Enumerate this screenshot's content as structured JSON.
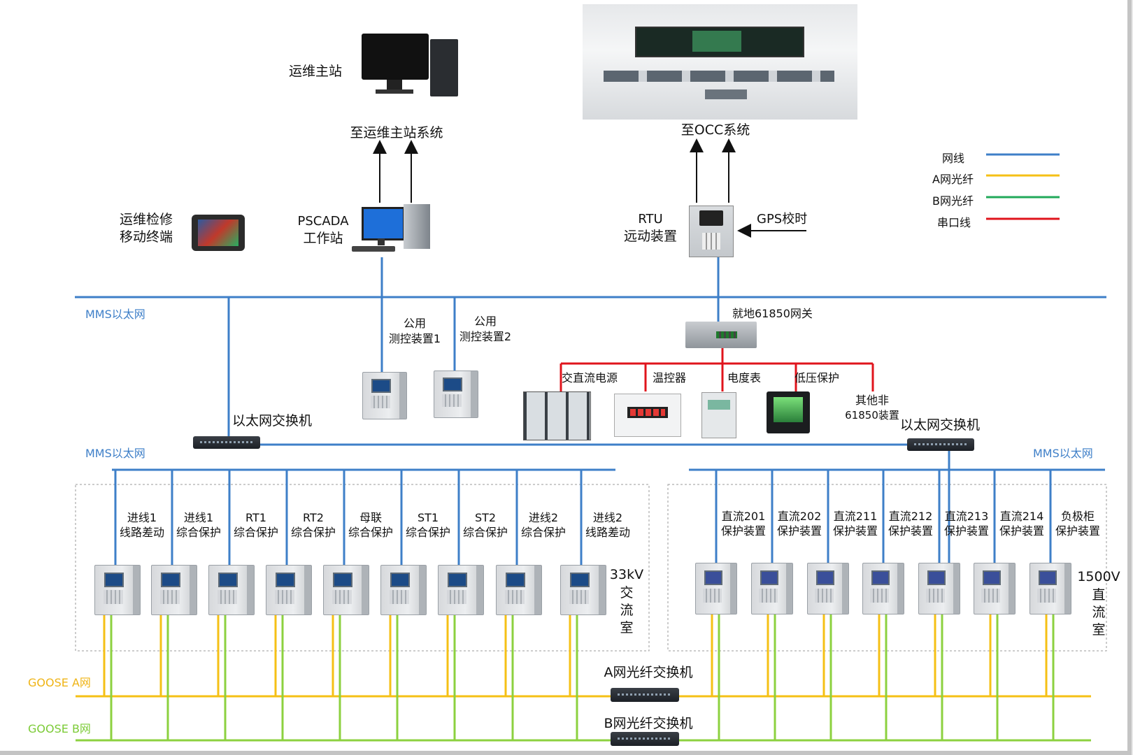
{
  "top": {
    "ops_station": "运维主站",
    "to_ops_system": "至运维主站系统",
    "to_occ": "至OCC系统",
    "mobile_terminal_l1": "运维检修",
    "mobile_terminal_l2": "移动终端",
    "pscada_l1": "PSCADA",
    "pscada_l2": "工作站",
    "rtu_l1": "RTU",
    "rtu_l2": "远动装置",
    "gps": "GPS校时"
  },
  "legend": [
    {
      "label": "网线",
      "color": "#3e7fc8"
    },
    {
      "label": "A网光纤",
      "color": "#f5c015"
    },
    {
      "label": "B网光纤",
      "color": "#21a95a"
    },
    {
      "label": "串口线",
      "color": "#e0141c"
    }
  ],
  "networks": {
    "mms_top": "MMS以太网",
    "mms_left": "MMS以太网",
    "mms_right": "MMS以太网",
    "switch_left": "以太网交换机",
    "switch_right": "以太网交换机",
    "goose_a": "GOOSE A网",
    "goose_b": "GOOSE B网",
    "fiber_a_switch": "A网光纤交换机",
    "fiber_b_switch": "B网光纤交换机"
  },
  "common": {
    "dev1_l1": "公用",
    "dev1_l2": "测控装置1",
    "dev2_l1": "公用",
    "dev2_l2": "测控装置2"
  },
  "gateway": {
    "label": "就地61850网关",
    "items": [
      {
        "label": "交直流电源"
      },
      {
        "label": "温控器"
      },
      {
        "label": "电度表"
      },
      {
        "label": "低压保护"
      },
      {
        "label": "其他非",
        "label2": "61850装置"
      }
    ]
  },
  "ac_room": {
    "title_l1": "33kV",
    "title_chars": [
      "交",
      "流",
      "室"
    ],
    "devices": [
      {
        "l1": "进线1",
        "l2": "线路差动"
      },
      {
        "l1": "进线1",
        "l2": "综合保护"
      },
      {
        "l1": "RT1",
        "l2": "综合保护"
      },
      {
        "l1": "RT2",
        "l2": "综合保护"
      },
      {
        "l1": "母联",
        "l2": "综合保护"
      },
      {
        "l1": "ST1",
        "l2": "综合保护"
      },
      {
        "l1": "ST2",
        "l2": "综合保护"
      },
      {
        "l1": "进线2",
        "l2": "综合保护"
      },
      {
        "l1": "进线2",
        "l2": "线路差动"
      }
    ]
  },
  "dc_room": {
    "title_l1": "1500V",
    "title_chars": [
      "直",
      "流",
      "室"
    ],
    "devices": [
      {
        "l1": "直流201",
        "l2": "保护装置"
      },
      {
        "l1": "直流202",
        "l2": "保护装置"
      },
      {
        "l1": "直流211",
        "l2": "保护装置"
      },
      {
        "l1": "直流212",
        "l2": "保护装置"
      },
      {
        "l1": "直流213",
        "l2": "保护装置"
      },
      {
        "l1": "直流214",
        "l2": "保护装置"
      },
      {
        "l1": "负极柜",
        "l2": "保护装置"
      }
    ]
  }
}
